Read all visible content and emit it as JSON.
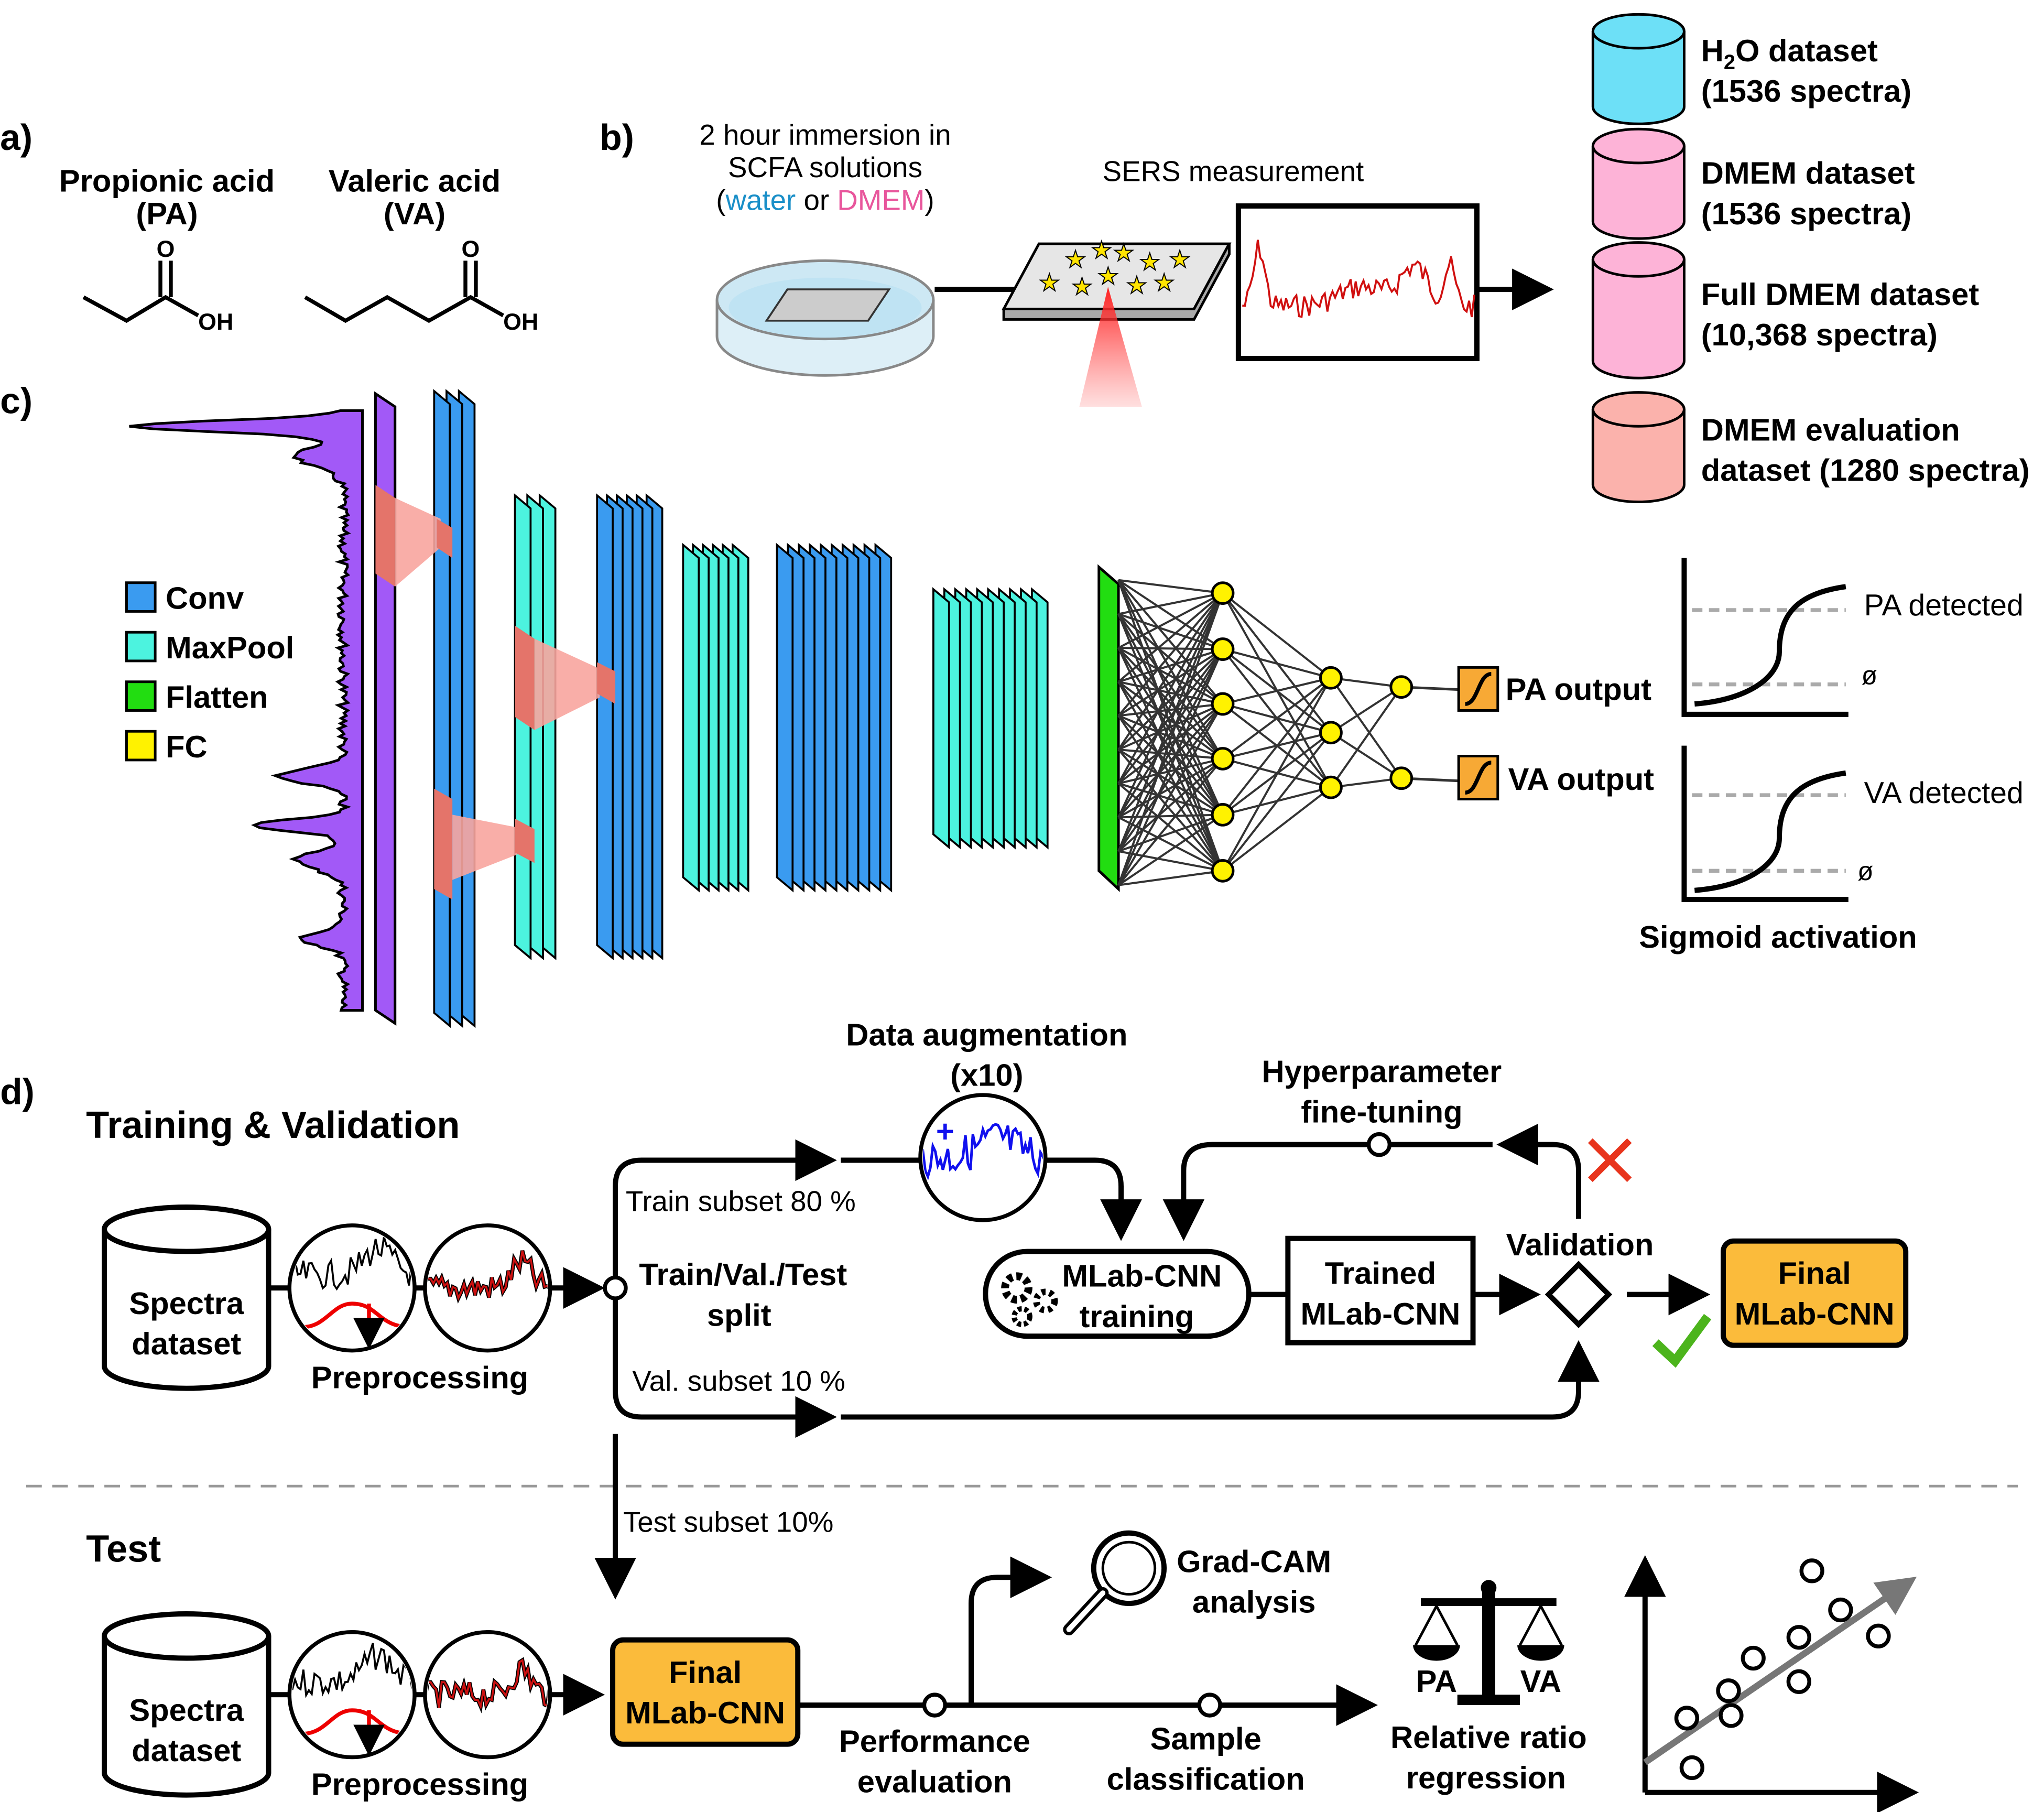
{
  "panel_labels": {
    "a": "a)",
    "b": "b)",
    "c": "c)",
    "d": "d)"
  },
  "panel_a": {
    "pa_name": "Propionic acid",
    "pa_abbr": "(PA)",
    "va_name": "Valeric acid",
    "va_abbr": "(VA)",
    "carbonyl_atom": "O",
    "hydroxyl_group": "OH"
  },
  "panel_b": {
    "immersion_line1": "2 hour immersion in",
    "immersion_line2": "SCFA solutions",
    "paren_open": "(",
    "water": "water",
    "or": " or ",
    "dmem": "DMEM",
    "paren_close": ")",
    "sers": "SERS measurement",
    "datasets": [
      {
        "line1_pre": "H",
        "line1_sub": "2",
        "line1_post": "O dataset",
        "line2": "(1536 spectra)",
        "color": "#6DE0F7"
      },
      {
        "line1": "DMEM dataset",
        "line2": "(1536 spectra)",
        "color": "#FDB3D7"
      },
      {
        "line1": "Full DMEM dataset",
        "line2": "(10,368 spectra)",
        "color": "#FDB3D7"
      },
      {
        "line1": "DMEM evaluation",
        "line2": "dataset (1280 spectra)",
        "color": "#FBB2AC"
      }
    ]
  },
  "panel_c": {
    "legend": [
      {
        "label": "Conv",
        "color": "#3A9BF0"
      },
      {
        "label": "MaxPool",
        "color": "#4CF3DF"
      },
      {
        "label": "Flatten",
        "color": "#22DD11"
      },
      {
        "label": "FC",
        "color": "#FFF200"
      }
    ],
    "outputs": [
      "PA output",
      "VA output"
    ],
    "sigmoid": {
      "pa_detected": "PA detected",
      "va_detected": "VA detected",
      "null_symbol": "ø",
      "caption": "Sigmoid activation"
    },
    "spectrum_color": "#A259F7"
  },
  "panel_d": {
    "training_title": "Training & Validation",
    "test_title": "Test",
    "spectra_dataset": [
      "Spectra",
      "dataset"
    ],
    "preprocessing": "Preprocessing",
    "train_subset": "Train subset 80 %",
    "split": [
      "Train/Val./Test",
      "split"
    ],
    "val_subset": "Val. subset 10 %",
    "test_subset": "Test subset 10%",
    "augmentation": [
      "Data augmentation",
      "(x10)"
    ],
    "augmentation_plus": "+",
    "hyperparameter": [
      "Hyperparameter",
      "fine-tuning"
    ],
    "training_box": [
      "MLab-CNN",
      "training"
    ],
    "trained_box": [
      "Trained",
      "MLab-CNN"
    ],
    "validation": "Validation",
    "final_box": [
      "Final",
      "MLab-CNN"
    ],
    "gradcam": [
      "Grad-CAM",
      "analysis"
    ],
    "performance": [
      "Performance",
      "evaluation"
    ],
    "classification": [
      "Sample",
      "classification"
    ],
    "scale_labels": [
      "PA",
      "VA"
    ],
    "regression": [
      "Relative ratio",
      "regression"
    ],
    "colors": {
      "final_box": "#FBBB3B",
      "reject": "#E8341C",
      "accept": "#4CB41C",
      "augmentation_trace": "#1010EE",
      "processed_trace": "#CC1111"
    }
  }
}
